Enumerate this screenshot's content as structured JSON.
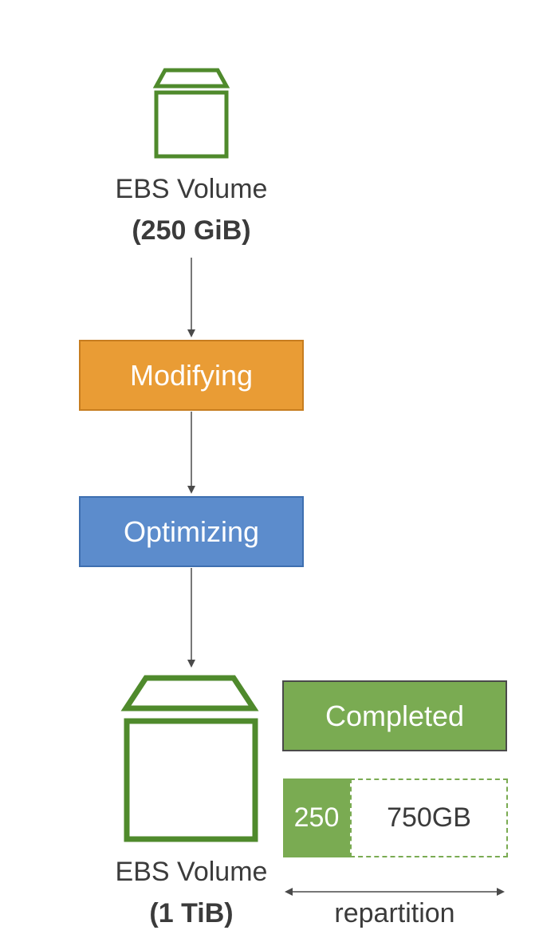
{
  "source_volume": {
    "name": "EBS Volume",
    "size": "(250 GiB)",
    "icon": "storage-volume-icon",
    "color": "#4f8a2c"
  },
  "steps": [
    {
      "label": "Modifying",
      "color": "#e99c35"
    },
    {
      "label": "Optimizing",
      "color": "#5c8ccc"
    }
  ],
  "target_volume": {
    "name": "EBS Volume",
    "size": "(1 TiB)",
    "icon": "storage-volume-icon",
    "color": "#4f8a2c"
  },
  "status": {
    "label": "Completed",
    "color": "#7aab52"
  },
  "partition": {
    "used_label": "250",
    "free_label": "750GB",
    "caption": "repartition"
  }
}
